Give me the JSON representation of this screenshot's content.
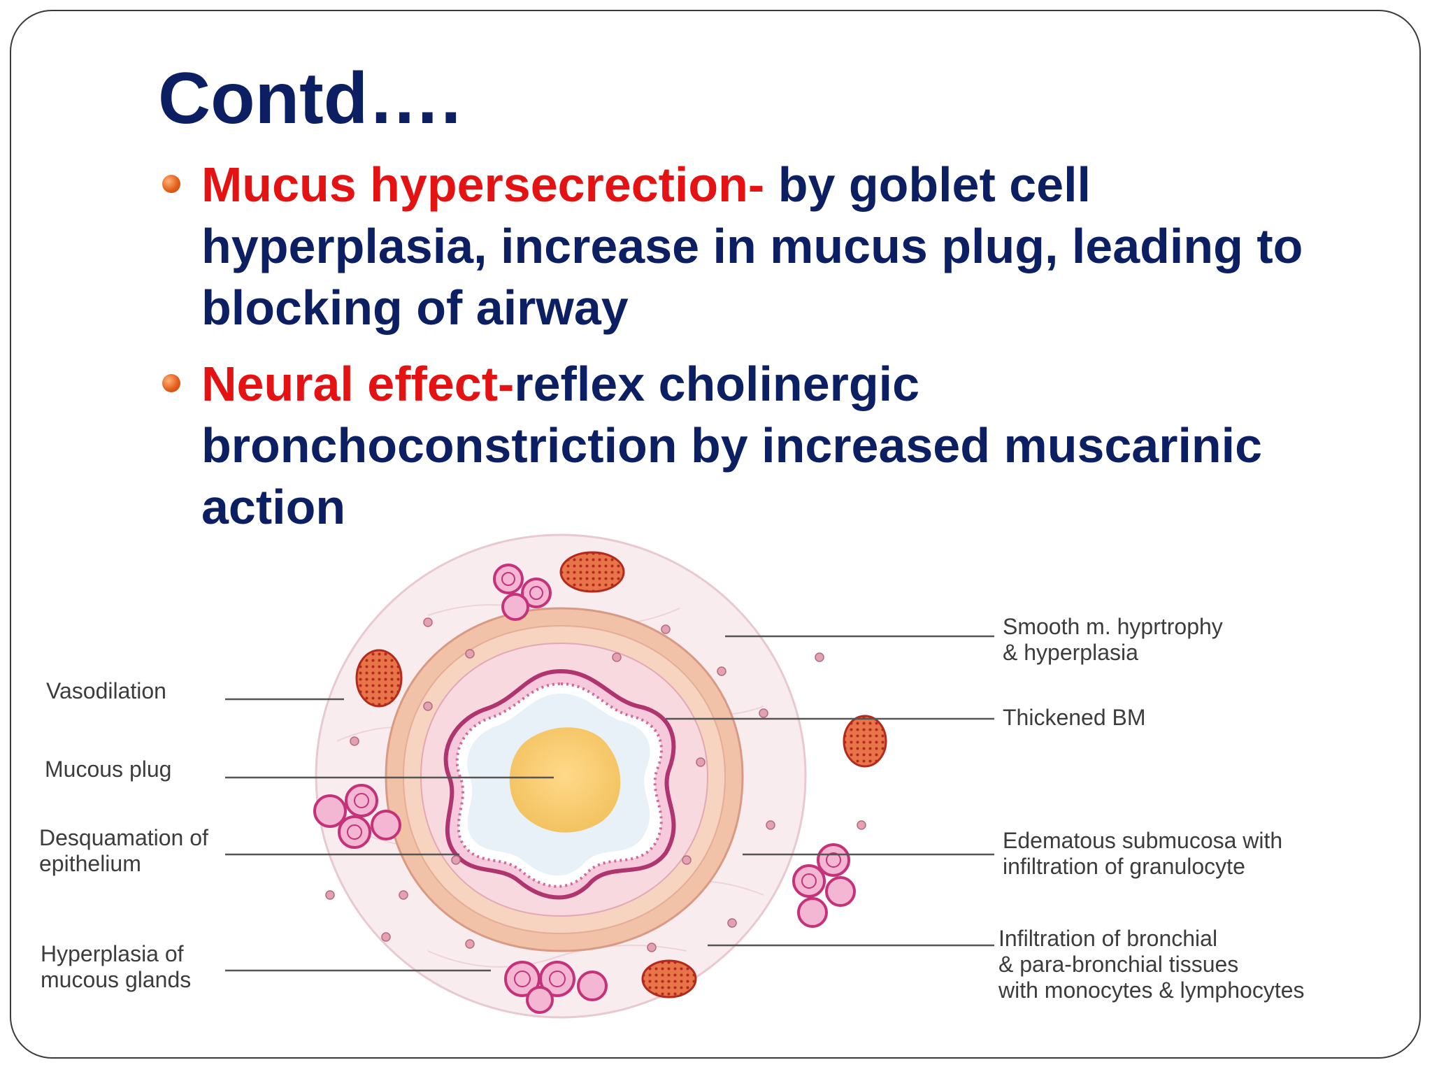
{
  "title": "Contd….",
  "bullets": [
    {
      "highlight": "Mucus hypersecrection-",
      "text": " by goblet cell hyperplasia, increase in mucus plug, leading to blocking of airway"
    },
    {
      "highlight": "Neural effect-",
      "text": "reflex cholinergic bronchoconstriction by increased muscarinic action"
    }
  ],
  "figure": {
    "labels": {
      "vasodilation": "Vasodilation",
      "mucous_plug": "Mucous plug",
      "desquamation": "Desquamation of\nepithelium",
      "hyperplasia_glands": "Hyperplasia of\nmucous glands",
      "smooth_muscle": "Smooth m. hyprtrophy\n& hyperplasia",
      "thickened_bm": "Thickened BM",
      "edematous": "Edematous submucosa with\ninfiltration of granulocyte",
      "infiltration": "Infiltration of bronchial\n& para-bronchial tissues\nwith monocytes & lymphocytes"
    }
  },
  "colors": {
    "title": "#0d1f63",
    "highlight": "#e41212",
    "bullet_marker": "#e4601a"
  }
}
